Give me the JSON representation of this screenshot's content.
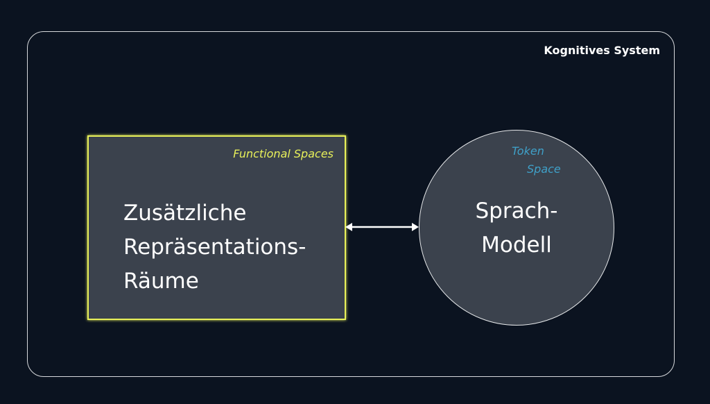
{
  "system": {
    "label": "Kognitives System"
  },
  "functional_box": {
    "tag": "Functional Spaces",
    "lines": [
      "Zusätzliche",
      "Repräsentations-",
      "Räume"
    ]
  },
  "language_model": {
    "tag_lines": [
      "Token",
      "Space"
    ],
    "lines": [
      "Sprach-",
      "Modell"
    ]
  },
  "colors": {
    "background": "#0b1320",
    "node_fill": "#3b424d",
    "functional_accent": "#e8f05a",
    "token_accent": "#3fa0c8"
  }
}
